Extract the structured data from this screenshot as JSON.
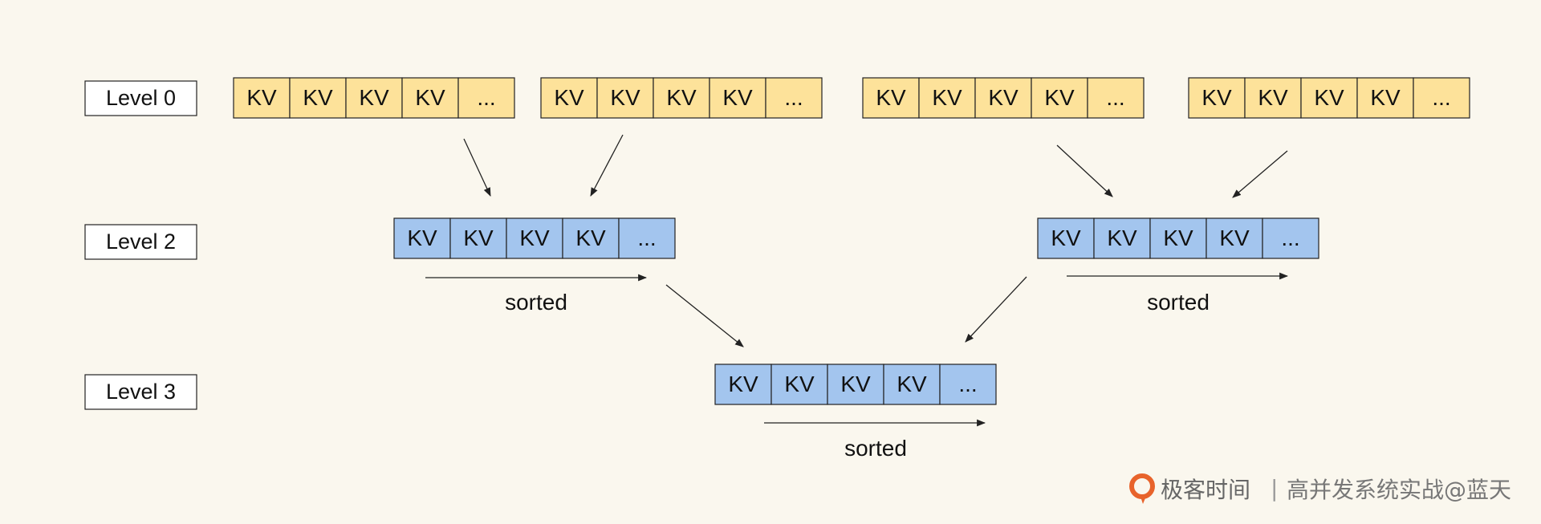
{
  "colors": {
    "background": "#faf7ee",
    "level0_fill": "#fde29a",
    "merged_fill": "#a3c5ee",
    "stroke": "#222222",
    "label_fill": "#ffffff",
    "watermark": "#777777",
    "logo": "#e8632b"
  },
  "levels": [
    {
      "label": "Level 0"
    },
    {
      "label": "Level 2"
    },
    {
      "label": "Level 3"
    }
  ],
  "level0_blocks": [
    {
      "cells": [
        "KV",
        "KV",
        "KV",
        "KV",
        "..."
      ]
    },
    {
      "cells": [
        "KV",
        "KV",
        "KV",
        "KV",
        "..."
      ]
    },
    {
      "cells": [
        "KV",
        "KV",
        "KV",
        "KV",
        "..."
      ]
    },
    {
      "cells": [
        "KV",
        "KV",
        "KV",
        "KV",
        "..."
      ]
    }
  ],
  "level2_blocks": [
    {
      "cells": [
        "KV",
        "KV",
        "KV",
        "KV",
        "..."
      ],
      "caption": "sorted"
    },
    {
      "cells": [
        "KV",
        "KV",
        "KV",
        "KV",
        "..."
      ],
      "caption": "sorted"
    }
  ],
  "level3_blocks": [
    {
      "cells": [
        "KV",
        "KV",
        "KV",
        "KV",
        "..."
      ],
      "caption": "sorted"
    }
  ],
  "watermark": {
    "brand": "极客时间",
    "separator": "|",
    "course": "高并发系统实战@蓝天",
    "logo_icon": "geektime-logo-icon"
  }
}
